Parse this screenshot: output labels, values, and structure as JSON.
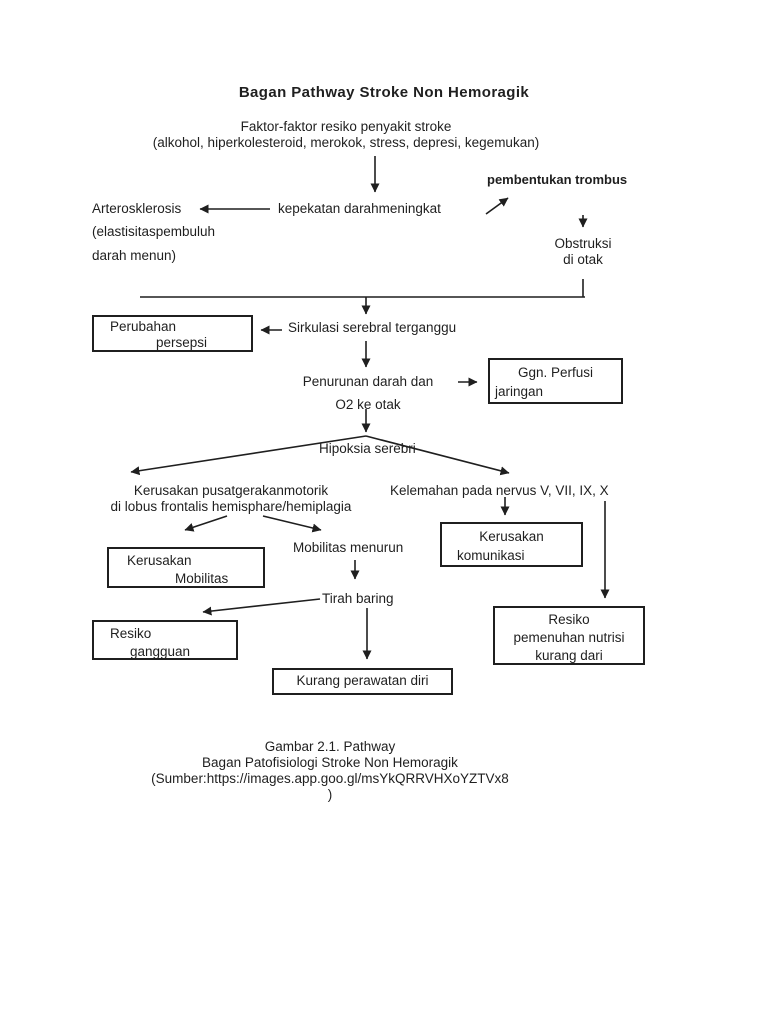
{
  "document": {
    "title": "Bagan Pathway Stroke Non Hemoragik",
    "caption": [
      "Gambar 2.1. Pathway",
      "Bagan Patofisiologi Stroke Non Hemoragik",
      "(Sumber:https://images.app.goo.gl/msYkQRRVHXoYZTVx8",
      ")"
    ]
  },
  "flowchart": {
    "nodes": {
      "risk_title": "Faktor-faktor resiko penyakit stroke",
      "risk_detail": "(alkohol, hiperkolesteroid, merokok, stress, depresi, kegemukan)",
      "pembentukan_trombus": "pembentukan trombus",
      "arterosklerosis": "Arterosklerosis",
      "kepekatan_darah": "kepekatan darahmeningkat",
      "elastisitas_1": "(elastisitaspembuluh",
      "elastisitas_2": "darah menun)",
      "obstruksi_1": "Obstruksi",
      "obstruksi_2": "di otak",
      "perubahan_1": "Perubahan",
      "perubahan_2": "persepsi",
      "sirkulasi": "Sirkulasi serebral terganggu",
      "penurunan_1": "Penurunan darah dan",
      "penurunan_2": "O2 ke otak",
      "ggn_perfusi_1": "Ggn. Perfusi",
      "ggn_perfusi_2": "jaringan",
      "hipoksia": "Hipoksia serebri",
      "kerusakan_pusat_1": "Kerusakan pusatgerakanmotorik",
      "kerusakan_pusat_2": "di lobus frontalis hemisphare/hemiplagia",
      "kelemahan_nervus": "Kelemahan pada nervus V, VII, IX, X",
      "kerusakan_mobilitas_1": "Kerusakan",
      "kerusakan_mobilitas_2": "Mobilitas",
      "mobilitas_menurun": "Mobilitas menurun",
      "kerusakan_komunikasi_1": "Kerusakan",
      "kerusakan_komunikasi_2": "komunikasi",
      "tirah_baring": "Tirah baring",
      "resiko_gangguan_1": "Resiko",
      "resiko_gangguan_2": "gangguan",
      "kurang_perawatan": "Kurang perawatan diri",
      "resiko_nutrisi_1": "Resiko",
      "resiko_nutrisi_2": "pemenuhan nutrisi",
      "resiko_nutrisi_3": "kurang dari"
    }
  },
  "colors": {
    "ink": "#1f1f1f",
    "background": "#ffffff"
  }
}
